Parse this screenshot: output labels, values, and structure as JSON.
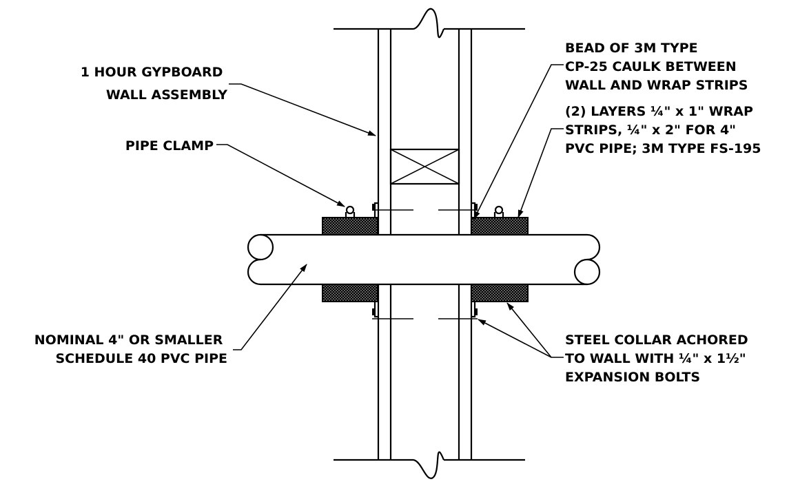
{
  "labels": {
    "wall_assembly": [
      "1 HOUR GYPBOARD",
      "WALL ASSEMBLY"
    ],
    "pipe_clamp": [
      "PIPE CLAMP"
    ],
    "caulk": [
      "BEAD OF 3M TYPE",
      "CP-25 CAULK BETWEEN",
      "WALL AND WRAP STRIPS"
    ],
    "wrap_strips": [
      "(2) LAYERS ¼\" x 1\" WRAP",
      "STRIPS,  ¼\" x 2\" FOR 4\"",
      "PVC PIPE; 3M TYPE FS-195"
    ],
    "pvc_pipe": [
      "NOMINAL 4\" OR SMALLER",
      "SCHEDULE 40 PVC PIPE"
    ],
    "steel_collar": [
      "STEEL COLLAR ACHORED",
      "TO WALL WITH  ¼\" x 1½\"",
      "EXPANSION BOLTS"
    ]
  }
}
